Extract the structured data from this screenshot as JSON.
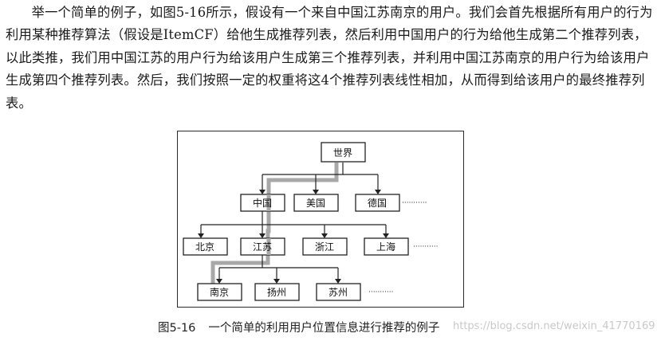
{
  "paragraph": "举一个简单的例子，如图5-16所示，假设有一个来自中国江苏南京的用户。我们会首先根据所有用户的行为利用某种推荐算法（假设是ItemCF）给他生成推荐列表，然后利用中国用户的行为给他生成第二个推荐列表，以此类推，我们用中国江苏的用户行为给该用户生成第三个推荐列表，并利用中国江苏南京的用户行为给该用户生成第四个推荐列表。然后，我们按照一定的权重将这4个推荐列表线性相加，从而得到给该用户的最终推荐列表。",
  "diagram": {
    "root": "世界",
    "level1": [
      "中国",
      "美国",
      "德国"
    ],
    "level2": [
      "北京",
      "江苏",
      "浙江",
      "上海"
    ],
    "level3": [
      "南京",
      "扬州",
      "苏州"
    ],
    "ellipsis": "···········",
    "colors": {
      "path": "#a8a8a8",
      "line": "#222222"
    }
  },
  "caption": {
    "number": "图5-16",
    "text": "一个简单的利用用户位置信息进行推荐的例子"
  },
  "watermark": "https://blog.csdn.net/weixin_41770169"
}
